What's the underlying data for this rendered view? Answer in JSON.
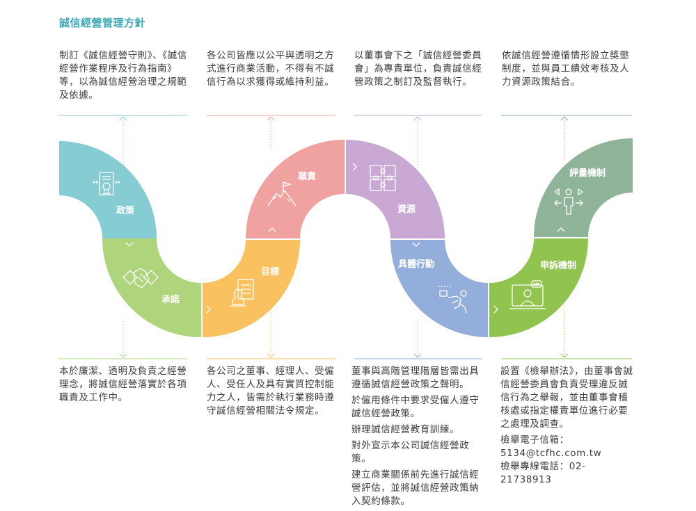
{
  "title": "誠信經營管理方針",
  "colors": {
    "policy": "#86cdd3",
    "commitment": "#aed47c",
    "duty": "#f0a2a1",
    "goal": "#f9c15f",
    "resource": "#c9a8d3",
    "action": "#94aedc",
    "evaluation": "#8fb49a",
    "appeal": "#90c44f",
    "title": "#3aa8b5"
  },
  "segments": {
    "policy": {
      "label": "政策",
      "icon": "certificate-icon"
    },
    "commitment": {
      "label": "承諾",
      "icon": "handshake-icon"
    },
    "duty": {
      "label": "職責",
      "icon": "mountain-flag-icon"
    },
    "goal": {
      "label": "目標",
      "icon": "chess-knight-icon"
    },
    "resource": {
      "label": "資源",
      "icon": "puzzle-icon"
    },
    "action": {
      "label": "具體行動",
      "icon": "running-person-icon"
    },
    "evaluation": {
      "label": "評量機制",
      "icon": "person-arrows-icon"
    },
    "appeal": {
      "label": "申訴機制",
      "icon": "video-call-icon"
    }
  },
  "top_texts": {
    "policy": "制訂《誠信經營守則》、《誠信經營作業程序及行為指南》等，以為誠信經營治理之規範及依據。",
    "duty": "各公司皆應以公平與透明之方式進行商業活動，不得有不誠信行為以求獲得或維持利益。",
    "resource": "以董事會下之「誠信經營委員會」為專責單位，負責誠信經營政策之制訂及監督執行。",
    "evaluation": "依誠信經營遵循情形設立獎懲制度，並與員工績效考核及人力資源政策結合。"
  },
  "bottom_texts": {
    "commitment": "本於廉潔、透明及負責之經營理念，將誠信經營落實於各項職責及工作中。",
    "goal": "各公司之董事、經理人、受僱人、受任人及具有實質控制能力之人，皆需於執行業務時遵守誠信經營相關法令規定。",
    "action": [
      "董事與高階管理階層皆需出具遵循誠信經營政策之聲明。",
      "於僱用條件中要求受僱人遵守誠信經營政策。",
      "辦理誠信經營教育訓練。",
      "對外宣示本公司誠信經營政策。",
      "建立商業關係前先進行誠信經營評估，並將誠信經營政策納入契約條款。"
    ],
    "appeal": {
      "desc": "設置《檢舉辦法》，由董事會誠信經營委員會負責受理違反誠信行為之舉報，並由董事會稽核處或指定權責單位進行必要之處理及調查。",
      "email_label": "檢舉電子信箱：",
      "email": "5134@tcfhc.com.tw",
      "phone_label": "檢舉專線電話：",
      "phone": "02-21738913"
    }
  }
}
